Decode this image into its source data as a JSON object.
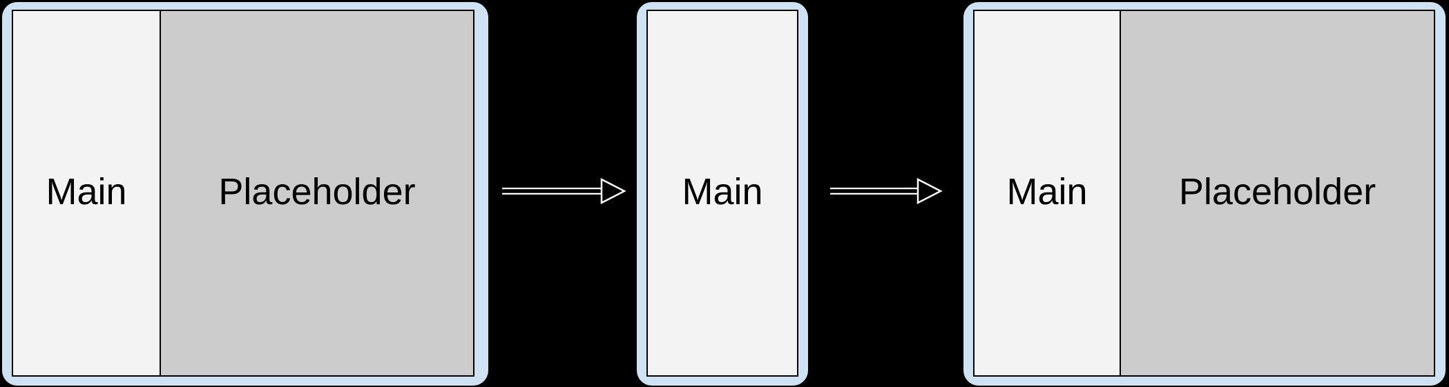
{
  "diagram": {
    "description": "Three-state layout flow: split pane (Main + Placeholder) collapses to Main only, then expands back to Main + Placeholder",
    "background_color": "#000000",
    "colors": {
      "panel_frame": "#cfe2f3",
      "panel_border": "#000000",
      "main_fill": "#f3f3f3",
      "placeholder_fill": "#cccccc",
      "text": "#000000",
      "arrow_fill": "#000000",
      "arrow_casing": "#ffffff"
    },
    "panels": [
      {
        "name": "left-panel",
        "sections": [
          {
            "label": "Main"
          },
          {
            "label": "Placeholder"
          }
        ]
      },
      {
        "name": "middle-panel",
        "sections": [
          {
            "label": "Main"
          }
        ]
      },
      {
        "name": "right-panel",
        "sections": [
          {
            "label": "Main"
          },
          {
            "label": "Placeholder"
          }
        ]
      }
    ],
    "arrows": [
      {
        "name": "arrow-1",
        "direction": "right"
      },
      {
        "name": "arrow-2",
        "direction": "right"
      }
    ]
  }
}
